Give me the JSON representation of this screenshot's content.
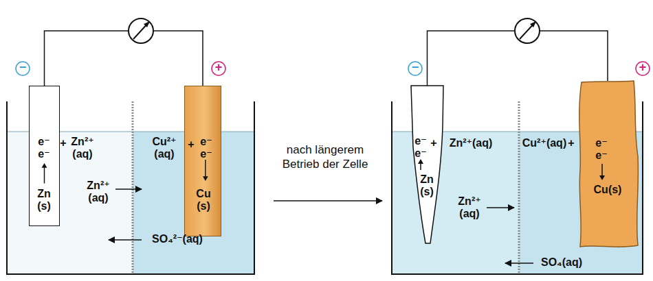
{
  "diagram": {
    "nodes": [
      {
        "text": [
          "e⁻ e⁻",
          "Zn (s)"
        ]
      },
      {
        "text": [
          "+",
          "e⁻ e⁻",
          "Cu (s)"
        ]
      },
      {
        "text": [
          "e⁻ e⁻",
          "Zn (s)"
        ]
      },
      {
        "text": [
          "e⁻ e⁻",
          "Cu(s)"
        ]
      }
    ],
    "edges": [
      {
        "from": 0,
        "to": 1,
        "arrow": "none"
      },
      {
        "from": 2,
        "to": 3,
        "arrow": "none"
      }
    ],
    "labels": [
      "−",
      "+",
      "+",
      "Zn²⁺ (aq)",
      "Cu²⁺ (aq)",
      "Zn²⁺ (aq)",
      "SO₄²⁻(aq)",
      "nach längerem Betrieb der Zelle",
      "−",
      "+",
      "+",
      "Zn²⁺(aq)",
      "Cu²⁺(aq)",
      "+",
      "Zn²⁺ (aq)",
      "SO₄(aq)"
    ]
  }
}
